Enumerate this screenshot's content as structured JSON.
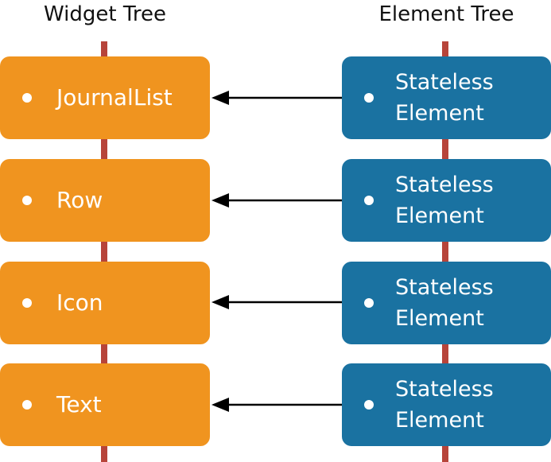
{
  "titles": {
    "widget_tree": "Widget Tree",
    "element_tree": "Element Tree"
  },
  "rows": [
    {
      "widget": "JournalList",
      "element_line1": "Stateless",
      "element_line2": "Element"
    },
    {
      "widget": "Row",
      "element_line1": "Stateless",
      "element_line2": "Element"
    },
    {
      "widget": "Icon",
      "element_line1": "Stateless",
      "element_line2": "Element"
    },
    {
      "widget": "Text",
      "element_line1": "Stateless",
      "element_line2": "Element"
    }
  ],
  "colors": {
    "widget_node": "#f0941f",
    "element_node": "#1a72a1",
    "spine": "#b7443a",
    "arrow": "#000000"
  }
}
